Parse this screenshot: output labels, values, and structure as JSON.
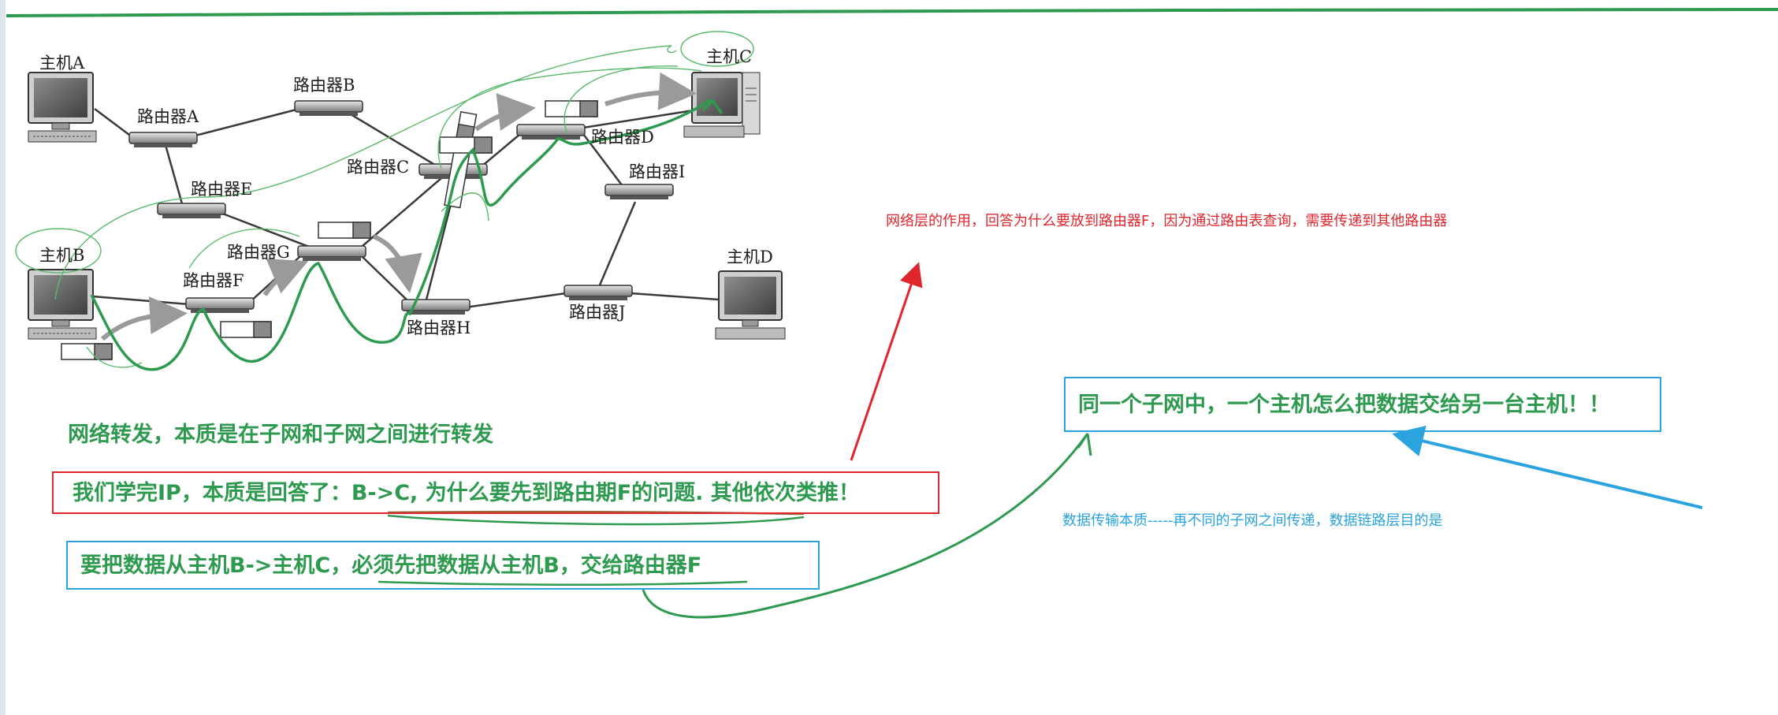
{
  "diagram": {
    "hosts": {
      "a": "主机A",
      "b": "主机B",
      "c": "主机C",
      "d": "主机D"
    },
    "routers": {
      "a": "路由器A",
      "b": "路由器B",
      "c": "路由器C",
      "d": "路由器D",
      "e": "路由器E",
      "f": "路由器F",
      "g": "路由器G",
      "h": "路由器H",
      "i": "路由器I",
      "j": "路由器J"
    }
  },
  "annotations": {
    "forwarding_essence": "网络转发，本质是在子网和子网之间进行转发",
    "ip_answer": "我们学完IP，本质是回答了：B->C, 为什么要先到路由期F的问题. 其他依次类推！",
    "b_to_c": "要把数据从主机B->主机C，必须先把数据从主机B，交给路由器F",
    "same_subnet_question": "同一个子网中，一个主机怎么把数据交给另一台主机！！",
    "network_layer_note": "网络层的作用，回答为什么要放到路由器F，因为通过路由表查询，需要传递到其他路由器",
    "data_transfer_note": "数据传输本质-----再不同的子网之间传递，数据链路层目的是"
  },
  "colors": {
    "annotation_green": "#2e9a4f",
    "red": "#e0262d",
    "blue": "#2aa3df",
    "top_line": "#2e9a4f"
  }
}
